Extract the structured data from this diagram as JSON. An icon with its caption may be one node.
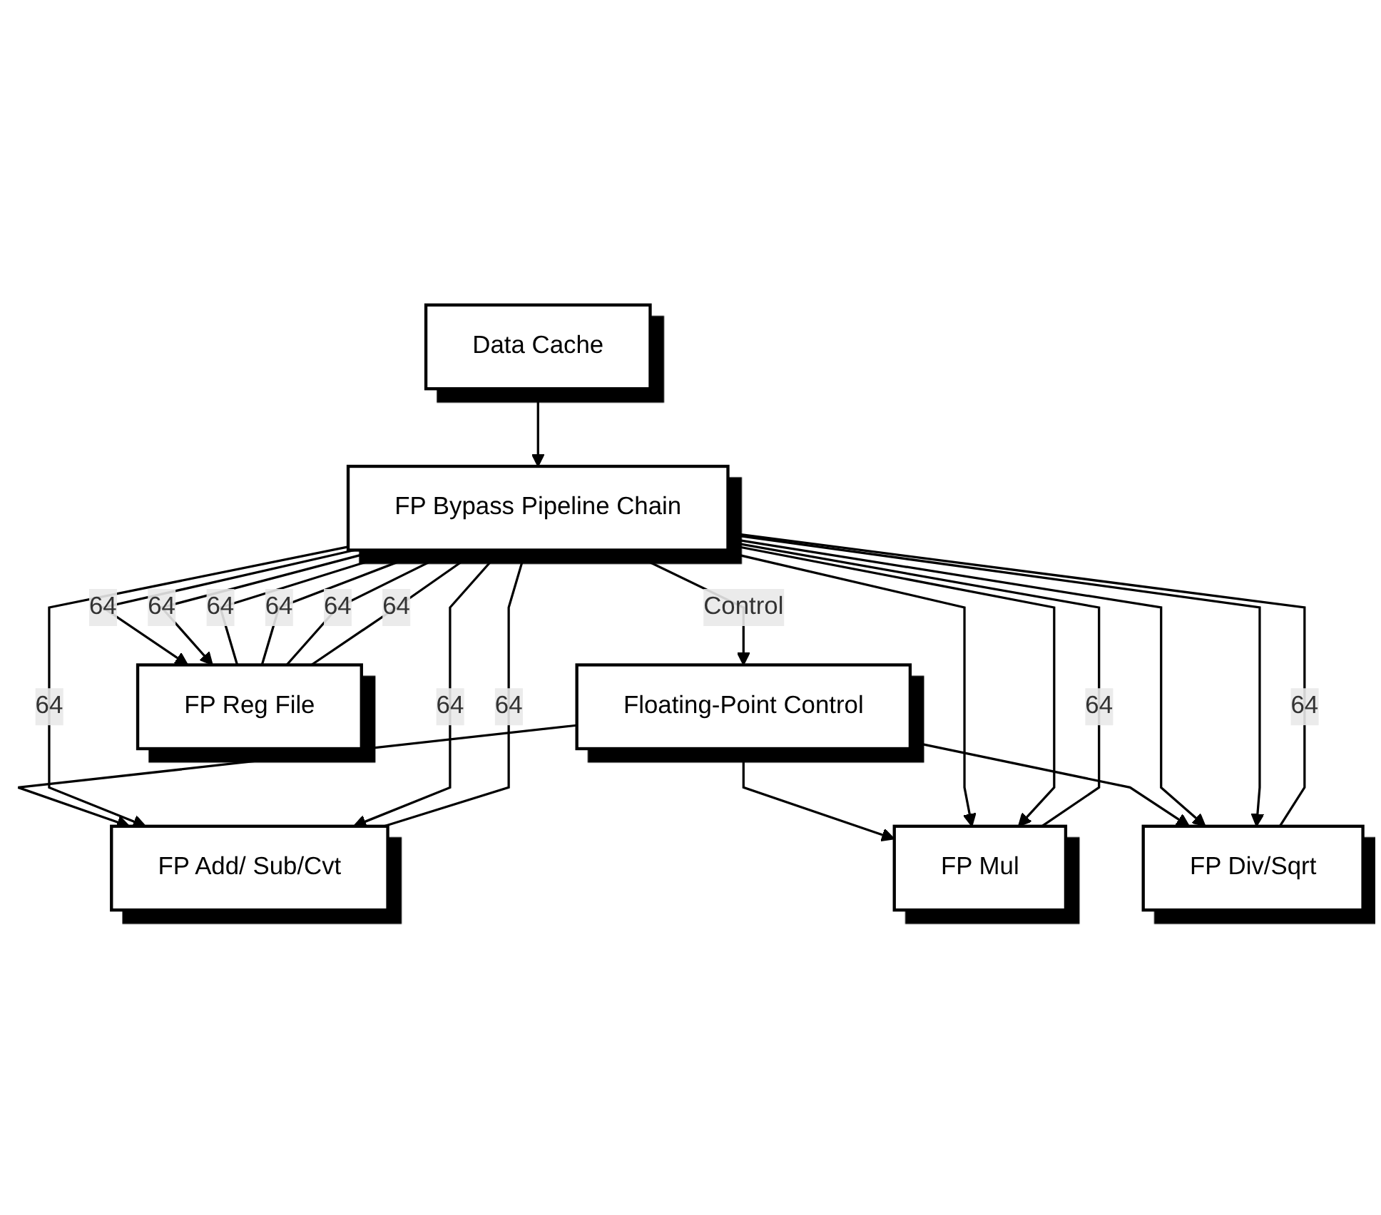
{
  "diagram": {
    "nodes": [
      {
        "text": [
          "Data Cache"
        ]
      },
      {
        "text": [
          "Floating-Point Control"
        ]
      },
      {
        "text": [
          "FP Bypass Pipeline Chain"
        ]
      },
      {
        "text": [
          "FP Add/ Sub/Cvt"
        ]
      },
      {
        "text": [
          "FP Mul"
        ]
      },
      {
        "text": [
          "FP Div/Sqrt"
        ]
      },
      {
        "text": [
          "FP Reg File"
        ]
      }
    ],
    "edges": [
      {
        "from": 0,
        "to": 2,
        "arrow": "both"
      },
      {
        "from": 2,
        "to": 1,
        "arrow": "to",
        "label": "Control"
      },
      {
        "from": 1,
        "to": 3,
        "arrow": "to"
      },
      {
        "from": 1,
        "to": 4,
        "arrow": "to"
      },
      {
        "from": 1,
        "to": 5,
        "arrow": "to"
      },
      {
        "from": 2,
        "to": 3,
        "arrow": "to",
        "label": "64"
      },
      {
        "from": 2,
        "to": 4,
        "arrow": "to"
      },
      {
        "from": 2,
        "to": 5,
        "arrow": "to"
      },
      {
        "from": 2,
        "to": 3,
        "arrow": "to",
        "label": "64"
      },
      {
        "from": 2,
        "to": 4,
        "arrow": "to"
      },
      {
        "from": 2,
        "to": 5,
        "arrow": "to"
      },
      {
        "from": 3,
        "to": 2,
        "arrow": "to",
        "label": "64"
      },
      {
        "from": 4,
        "to": 2,
        "arrow": "to",
        "label": "64"
      },
      {
        "from": 5,
        "to": 2,
        "arrow": "to",
        "label": "64"
      },
      {
        "from": 2,
        "to": 6,
        "arrow": "to",
        "label": "64"
      },
      {
        "from": 2,
        "to": 6,
        "arrow": "to",
        "label": "64"
      },
      {
        "from": 6,
        "to": 2,
        "arrow": "to",
        "label": "64"
      },
      {
        "from": 6,
        "to": 2,
        "arrow": "to",
        "label": "64"
      },
      {
        "from": 6,
        "to": 2,
        "arrow": "to",
        "label": "64"
      },
      {
        "from": 6,
        "to": 2,
        "arrow": "to",
        "label": "64"
      }
    ]
  }
}
